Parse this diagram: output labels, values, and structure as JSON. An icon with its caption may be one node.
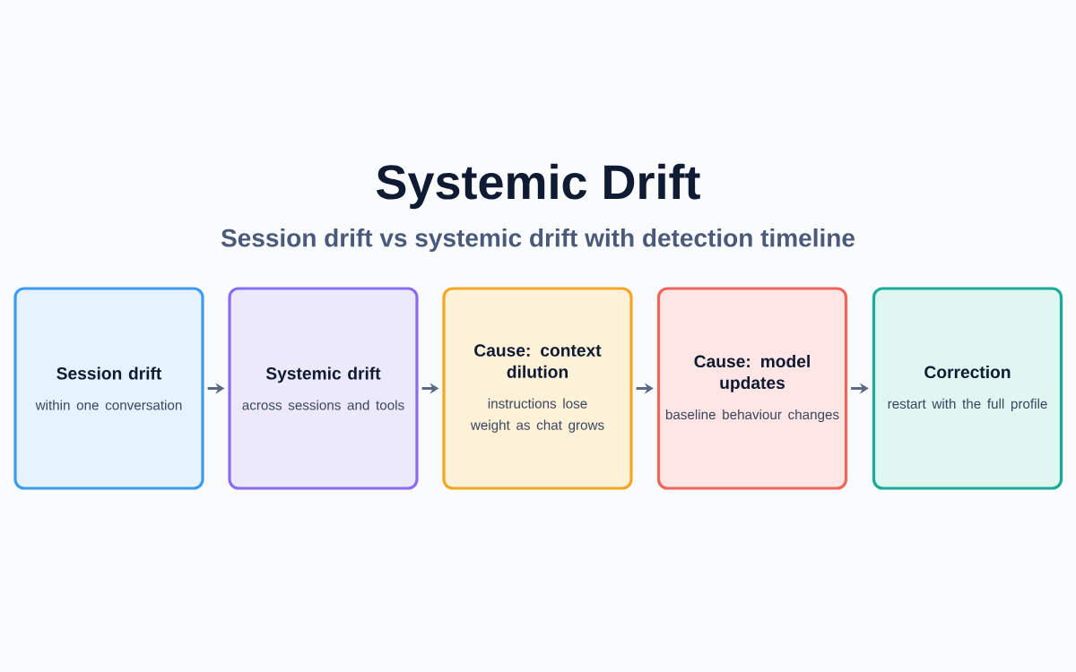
{
  "diagram": {
    "title": "Systemic Drift",
    "caption": "Session drift vs systemic drift with detection timeline",
    "nodes": [
      {
        "text": [
          "Session drift",
          "within one conversation"
        ]
      },
      {
        "text": [
          "Systemic drift",
          "across sessions and tools"
        ]
      },
      {
        "text": [
          "Cause: context dilution",
          "instructions lose weight as chat grows"
        ]
      },
      {
        "text": [
          "Cause: model updates",
          "baseline behaviour changes"
        ]
      },
      {
        "text": [
          "Correction",
          "restart with the full profile"
        ]
      }
    ],
    "edges": [
      {
        "from": 0,
        "to": 1,
        "arrow": "to"
      },
      {
        "from": 1,
        "to": 2,
        "arrow": "to"
      },
      {
        "from": 2,
        "to": 3,
        "arrow": "to"
      },
      {
        "from": 3,
        "to": 4,
        "arrow": "to"
      }
    ]
  }
}
